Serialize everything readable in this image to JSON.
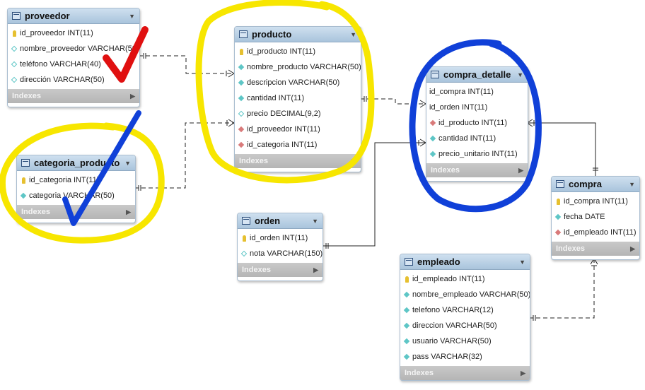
{
  "entities": {
    "proveedor": {
      "title": "proveedor",
      "footer": "Indexes",
      "columns": [
        {
          "icon": "key",
          "text": "id_proveedor INT(11)"
        },
        {
          "icon": "open",
          "text": "nombre_proveedor VARCHAR(50)"
        },
        {
          "icon": "open",
          "text": "teléfono VARCHAR(40)"
        },
        {
          "icon": "open",
          "text": "dirección VARCHAR(50)"
        }
      ]
    },
    "producto": {
      "title": "producto",
      "footer": "Indexes",
      "columns": [
        {
          "icon": "key",
          "text": "id_producto INT(11)"
        },
        {
          "icon": "filled",
          "text": "nombre_producto VARCHAR(50)"
        },
        {
          "icon": "filled",
          "text": "descripcion VARCHAR(50)"
        },
        {
          "icon": "filled",
          "text": "cantidad INT(11)"
        },
        {
          "icon": "open",
          "text": "precio DECIMAL(9,2)"
        },
        {
          "icon": "fk",
          "text": "id_proveedor INT(11)"
        },
        {
          "icon": "fk",
          "text": "id_categoria INT(11)"
        }
      ]
    },
    "compra_detalle": {
      "title": "compra_detalle",
      "footer": "Indexes",
      "columns": [
        {
          "icon": "none",
          "text": "id_compra INT(11)"
        },
        {
          "icon": "none",
          "text": "id_orden INT(11)"
        },
        {
          "icon": "fk",
          "text": "id_producto INT(11)"
        },
        {
          "icon": "filled",
          "text": "cantidad INT(11)"
        },
        {
          "icon": "filled",
          "text": "precio_unitario INT(11)"
        }
      ]
    },
    "categoria_producto": {
      "title": "categoria_producto",
      "footer": "Indexes",
      "columns": [
        {
          "icon": "key",
          "text": "id_categoria INT(11)"
        },
        {
          "icon": "filled",
          "text": "categoria VARCHAR(50)"
        }
      ]
    },
    "orden": {
      "title": "orden",
      "footer": "Indexes",
      "columns": [
        {
          "icon": "key",
          "text": "id_orden INT(11)"
        },
        {
          "icon": "open",
          "text": "nota VARCHAR(150)"
        }
      ]
    },
    "compra": {
      "title": "compra",
      "footer": "Indexes",
      "columns": [
        {
          "icon": "key",
          "text": "id_compra INT(11)"
        },
        {
          "icon": "filled",
          "text": "fecha DATE"
        },
        {
          "icon": "fk",
          "text": "id_empleado INT(11)"
        }
      ]
    },
    "empleado": {
      "title": "empleado",
      "footer": "Indexes",
      "columns": [
        {
          "icon": "key",
          "text": "id_empleado INT(11)"
        },
        {
          "icon": "filled",
          "text": "nombre_empleado VARCHAR(50)"
        },
        {
          "icon": "filled",
          "text": "telefono VARCHAR(12)"
        },
        {
          "icon": "filled",
          "text": "direccion VARCHAR(50)"
        },
        {
          "icon": "filled",
          "text": "usuario VARCHAR(50)"
        },
        {
          "icon": "filled",
          "text": "pass VARCHAR(32)"
        }
      ]
    }
  },
  "annotation_colors": {
    "yellow": "#f7e600",
    "blue": "#1040d8",
    "red": "#e01010"
  }
}
